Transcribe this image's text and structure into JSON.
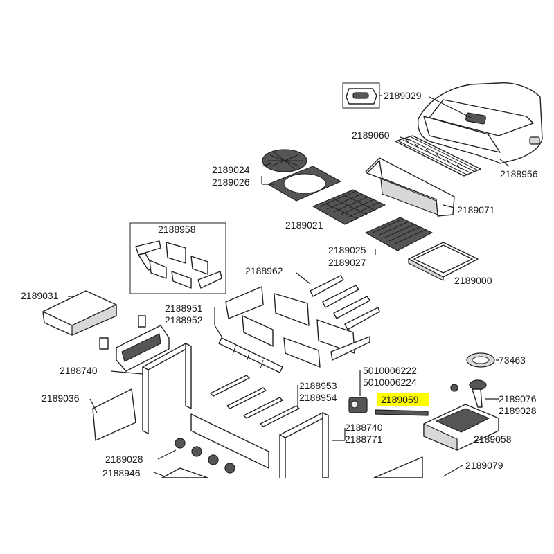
{
  "part_labels": {
    "p2189029": "2189029",
    "p2189060": "2189060",
    "p2188956": "2188956",
    "p2189024": "2189024",
    "p2189026": "2189026",
    "p2189071": "2189071",
    "p2189021": "2189021",
    "p2188958": "2188958",
    "p2189025": "2189025",
    "p2189027": "2189027",
    "p2188962": "2188962",
    "p2189000": "2189000",
    "p2189031": "2189031",
    "p2188951": "2188951",
    "p2188952": "2188952",
    "p2188740a": "2188740",
    "p5010006222": "5010006222",
    "p5010006224": "5010006224",
    "p73463": "73463",
    "p2189036": "2189036",
    "p2188953": "2188953",
    "p2188954": "2188954",
    "p2189059": "2189059",
    "p2189076": "2189076",
    "p2189028a": "2189028",
    "p2188740b": "2188740",
    "p2188771": "2188771",
    "p2189058": "2189058",
    "p2189028b": "2189028",
    "p2188946": "2188946",
    "p2189079": "2189079"
  },
  "highlight_color": "#ffff00"
}
